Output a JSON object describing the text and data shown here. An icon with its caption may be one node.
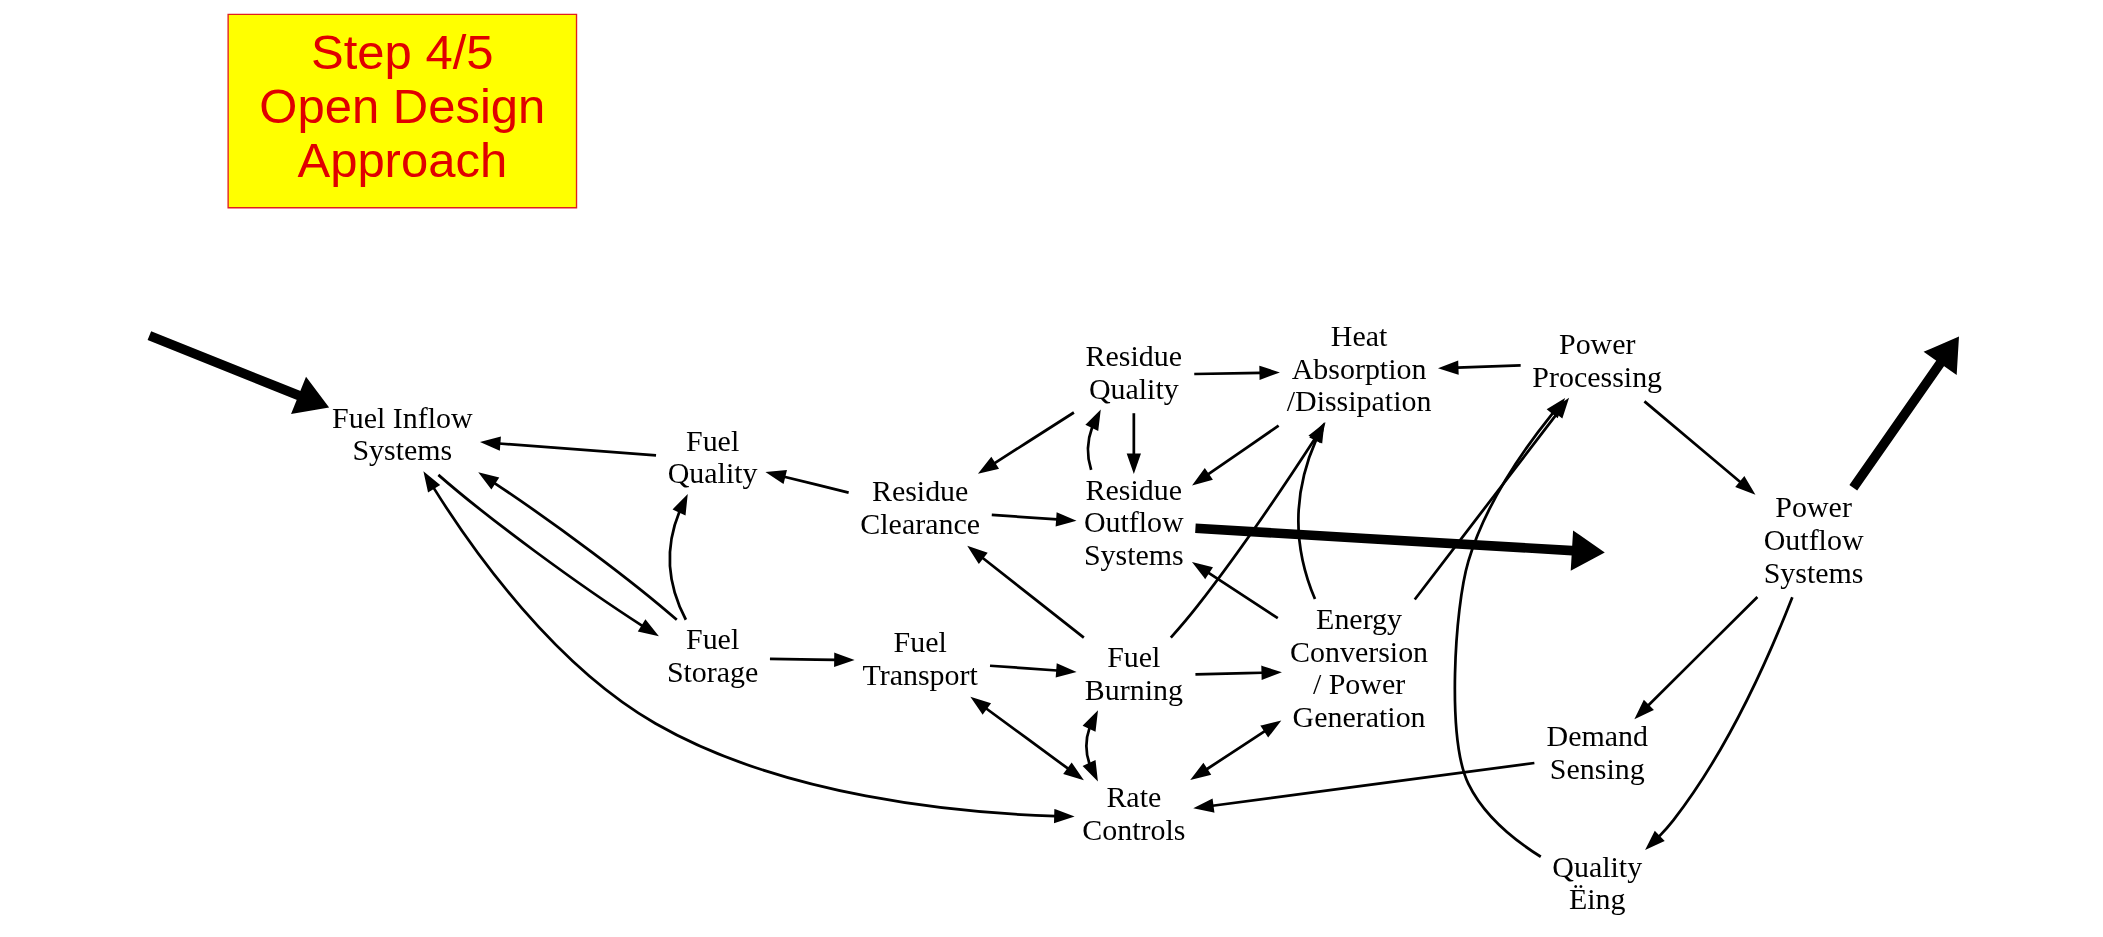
{
  "diagram": {
    "nodes": [
      {
        "text": [
          "Step 4/5 Open Design Approach"
        ]
      },
      {
        "text": [
          "Residue Quality"
        ]
      },
      {
        "text": [
          "Residue Outflow Systems"
        ]
      },
      {
        "text": [
          "Heat Absorption /Dissipation"
        ]
      },
      {
        "text": [
          "Residue Clearance"
        ]
      },
      {
        "text": [
          "Fuel Quality"
        ]
      },
      {
        "text": [
          "Fuel Burning"
        ]
      },
      {
        "text": [
          "Energy Conversion / Power Generation"
        ]
      },
      {
        "text": [
          "Power Processing"
        ]
      },
      {
        "text": [
          "Power Outflow Systems"
        ]
      },
      {
        "text": [
          "Fuel Inflow Systems"
        ]
      },
      {
        "text": [
          "Fuel Storage"
        ]
      },
      {
        "text": [
          "Fuel Transport"
        ]
      },
      {
        "text": [
          "Quality Ëing"
        ]
      },
      {
        "text": [
          "Rate Controls"
        ]
      },
      {
        "text": [
          "Demand Sensing"
        ]
      }
    ],
    "edges": [
      {
        "from": 1,
        "to": 4,
        "arrow": "to"
      },
      {
        "from": 1,
        "to": 2,
        "arrow": "to"
      },
      {
        "from": 2,
        "to": 1,
        "arrow": "to"
      },
      {
        "from": 1,
        "to": 3,
        "arrow": "to"
      },
      {
        "from": 3,
        "to": 2,
        "arrow": "to"
      },
      {
        "from": 4,
        "to": 2,
        "arrow": "to"
      },
      {
        "from": 2,
        "to": null,
        "arrow": "to",
        "style": "thick"
      },
      {
        "from": 4,
        "to": 5,
        "arrow": "to"
      },
      {
        "from": 6,
        "to": 4,
        "arrow": "to"
      },
      {
        "from": 6,
        "to": 3,
        "arrow": "to"
      },
      {
        "from": 7,
        "to": 2,
        "arrow": "to"
      },
      {
        "from": 7,
        "to": 3,
        "arrow": "to"
      },
      {
        "from": 8,
        "to": 3,
        "arrow": "to"
      },
      {
        "from": 6,
        "to": 7,
        "arrow": "to"
      },
      {
        "from": 7,
        "to": 8,
        "arrow": "to"
      },
      {
        "from": 8,
        "to": 9,
        "arrow": "to"
      },
      {
        "from": 9,
        "to": null,
        "arrow": "to",
        "style": "thick"
      },
      {
        "from": 9,
        "to": 13,
        "arrow": "to"
      },
      {
        "from": 13,
        "to": 8,
        "arrow": "to"
      },
      {
        "from": 9,
        "to": 15,
        "arrow": "to"
      },
      {
        "from": 15,
        "to": 14,
        "arrow": "to"
      },
      {
        "from": 5,
        "to": 10,
        "arrow": "to"
      },
      {
        "from": 11,
        "to": 5,
        "arrow": "to"
      },
      {
        "from": 10,
        "to": 11,
        "arrow": "to"
      },
      {
        "from": 11,
        "to": 10,
        "arrow": "to"
      },
      {
        "from": 11,
        "to": 12,
        "arrow": "to"
      },
      {
        "from": 12,
        "to": 6,
        "arrow": "to"
      },
      {
        "from": null,
        "to": 10,
        "arrow": "to",
        "style": "thick"
      },
      {
        "from": 12,
        "to": 14,
        "arrow": "both"
      },
      {
        "from": 6,
        "to": 14,
        "arrow": "both"
      },
      {
        "from": 14,
        "to": 7,
        "arrow": "both"
      },
      {
        "from": 10,
        "to": 14,
        "arrow": "both"
      }
    ]
  }
}
